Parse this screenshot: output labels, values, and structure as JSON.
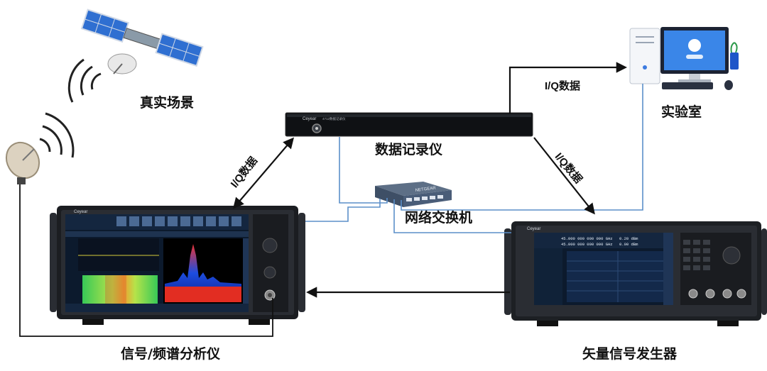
{
  "labels": {
    "real_scene": "真实场景",
    "lab": "实验室",
    "data_recorder": "数据记录仪",
    "network_switch": "网络交换机",
    "analyzer": "信号/频谱分析仪",
    "generator": "矢量信号发生器",
    "iq_left": "I/Q数据",
    "iq_top": "I/Q数据",
    "iq_right": "I/Q数据"
  },
  "devices": {
    "brand": "Ceyear",
    "recorder_front": "4712数据记录仪",
    "analyzer_brand": "Ceyear",
    "generator_brand": "Ceyear",
    "generator_freq_1": "45.000 000 000 000 GHz",
    "generator_freq_2": "45.000 000 000 000 GHz",
    "generator_level_1": "0.20 dBm",
    "generator_level_2": "0.00 dBm",
    "switch_brand": "NETGEAR"
  },
  "colors": {
    "arrow": "#111111",
    "network_line": "#5b8fc9"
  }
}
